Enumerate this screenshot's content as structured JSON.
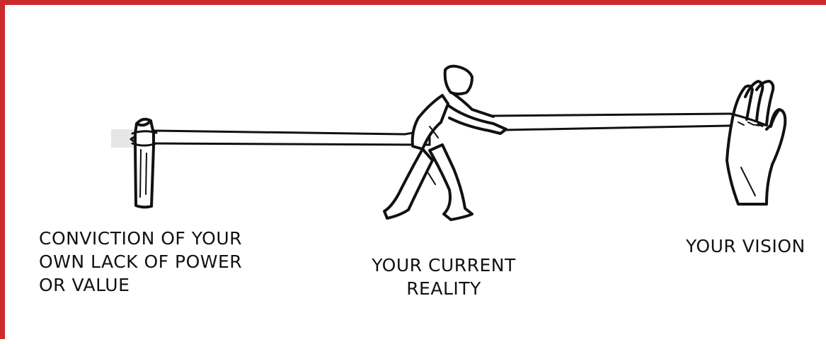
{
  "frame": {
    "border_color": "#cc2b2b",
    "background": "#ffffff"
  },
  "illustration": {
    "post_icon": "fence-post-icon",
    "person_icon": "pulling-person-icon",
    "hand_icon": "raised-hand-icon",
    "band_icon": "elastic-band-icon",
    "stroke_color": "#111111"
  },
  "labels": {
    "conviction": {
      "line1": "CONVICTION OF YOUR",
      "line2": "OWN LACK OF POWER",
      "line3": "OR VALUE"
    },
    "current_reality": {
      "line1": "YOUR CURRENT",
      "line2": "REALITY"
    },
    "vision": {
      "line1": "YOUR VISION"
    }
  }
}
